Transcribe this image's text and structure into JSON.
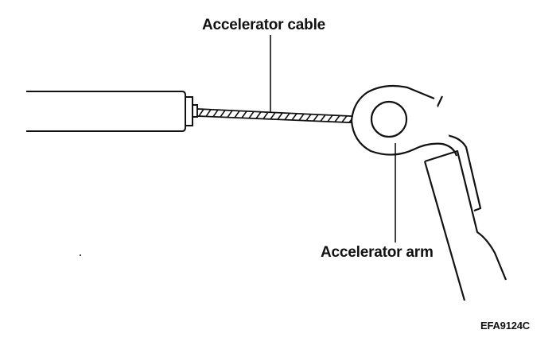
{
  "labels": {
    "accelerator_cable": "Accelerator cable",
    "accelerator_arm": "Accelerator arm",
    "figure_code": "EFA9124C"
  },
  "colors": {
    "line": "#111111",
    "background": "#ffffff"
  }
}
